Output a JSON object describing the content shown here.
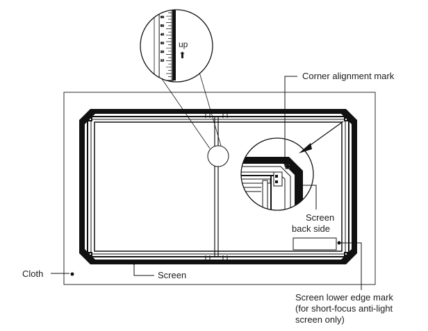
{
  "labels": {
    "corner_alignment_mark": "Corner alignment mark",
    "screen_back_side": [
      "Screen",
      "back side"
    ],
    "cloth": "Cloth",
    "screen": "Screen",
    "screen_lower_edge_mark": [
      "Screen lower edge mark",
      "(for short-focus anti-light",
      "screen only)"
    ],
    "up": "up",
    "up_arrow": "⬆"
  },
  "ruler_ticks": [
    "60",
    "50",
    "40",
    "30",
    "20",
    "10"
  ]
}
